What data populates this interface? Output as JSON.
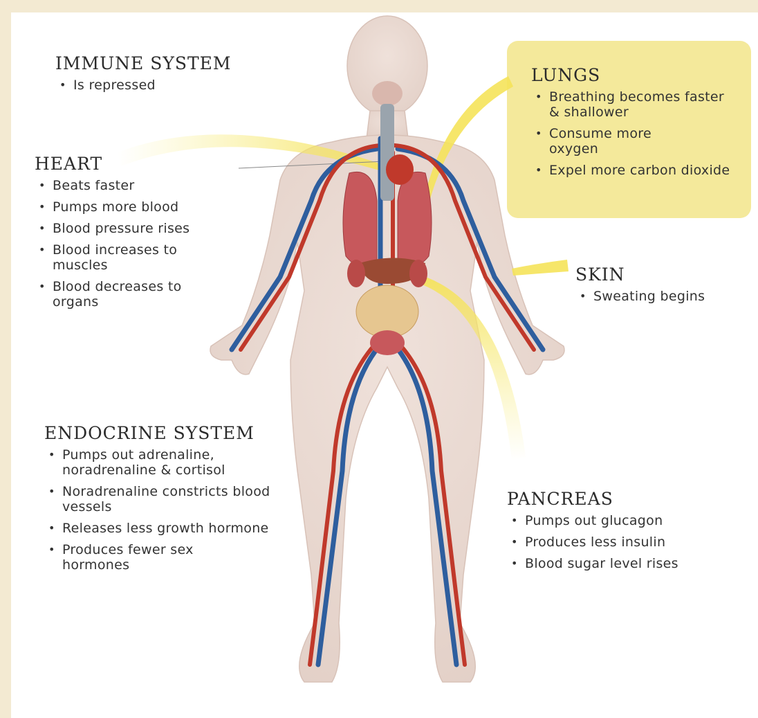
{
  "colors": {
    "page_background": "#f3ead2",
    "highlight_box": "#f4e99b",
    "artery": "#c0392b",
    "vein": "#2e5e9e",
    "body": "#e9d9d2",
    "beam": "#f5e66a"
  },
  "sections": {
    "immune": {
      "title": "IMMUNE SYSTEM",
      "items": [
        "Is repressed"
      ]
    },
    "heart": {
      "title": "HEART",
      "items": [
        "Beats faster",
        "Pumps more blood",
        "Blood pressure rises",
        "Blood increases to muscles",
        "Blood decreases to organs"
      ]
    },
    "lungs": {
      "title": "LUNGS",
      "items": [
        "Breathing becomes faster & shallower",
        "Consume more oxygen",
        "Expel more carbon dioxide"
      ]
    },
    "skin": {
      "title": "SKIN",
      "items": [
        "Sweating begins"
      ]
    },
    "endocrine": {
      "title": "ENDOCRINE SYSTEM",
      "items": [
        "Pumps out adrenaline, noradrenaline & cortisol",
        "Noradrenaline constricts blood vessels",
        "Releases less growth hormone",
        "Produces fewer sex hormones"
      ]
    },
    "pancreas": {
      "title": "PANCREAS",
      "items": [
        "Pumps out glucagon",
        "Produces less insulin",
        "Blood sugar level rises"
      ]
    }
  }
}
